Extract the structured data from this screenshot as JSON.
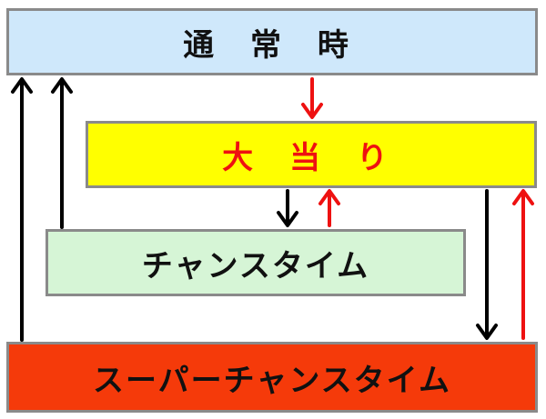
{
  "states": {
    "normal": {
      "label": "通 常 時",
      "fill": "#cfe8fb",
      "text_color": "#111111"
    },
    "big_win": {
      "label": "大 当 り",
      "fill": "#ffff00",
      "text_color": "#ee1111"
    },
    "chance_time": {
      "label": "チャンスタイム",
      "fill": "#d6f5d6",
      "text_color": "#111111"
    },
    "super_chance_time": {
      "label": "スーパーチャンスタイム",
      "fill": "#f53a0a",
      "text_color": "#111111"
    }
  },
  "arrow_colors": {
    "black": "#000000",
    "red": "#ee1111"
  },
  "transitions": [
    {
      "from": "normal",
      "to": "big_win",
      "color": "red"
    },
    {
      "from": "big_win",
      "to": "chance_time",
      "color": "black"
    },
    {
      "from": "chance_time",
      "to": "big_win",
      "color": "red"
    },
    {
      "from": "big_win",
      "to": "super_chance_time",
      "color": "black"
    },
    {
      "from": "super_chance_time",
      "to": "big_win",
      "color": "red"
    },
    {
      "from": "chance_time",
      "to": "normal",
      "color": "black"
    },
    {
      "from": "super_chance_time",
      "to": "normal",
      "color": "black"
    }
  ]
}
